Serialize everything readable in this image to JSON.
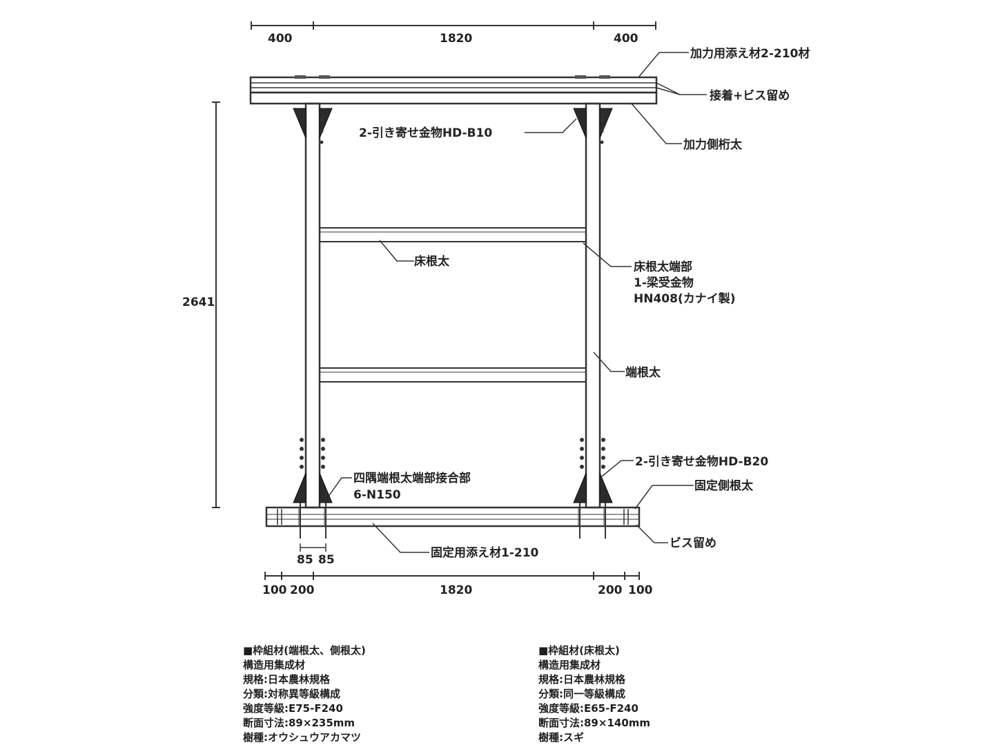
{
  "dimensions": {
    "top": [
      "400",
      "1820",
      "400"
    ],
    "height": "2641",
    "bottom": [
      "100",
      "200",
      "1820",
      "200",
      "100"
    ],
    "anchor": [
      "85",
      "85"
    ]
  },
  "labels": {
    "loading_plate": "加力用添え材2-210材",
    "glue_screw": "接着+ビス留め",
    "loading_beam": "加力側桁太",
    "holddown_top": "2-引き寄せ金物HD-B10",
    "floor_joist": "床根太",
    "joist_end_line1": "床根太端部",
    "joist_end_line2": "1-梁受金物",
    "joist_end_line3": "HN408(カナイ製)",
    "end_joist": "端根太",
    "holddown_bottom": "2-引き寄せ金物HD-B20",
    "fixed_beam": "固定側根太",
    "corner_joint_line1": "四隅端根太端部接合部",
    "corner_joint_line2": "6-N150",
    "screw": "ビス留め",
    "fixing_plate": "固定用添え材1-210"
  },
  "spec_left": {
    "heading": "■枠組材(端根太、側根太)",
    "lines": [
      "構造用集成材",
      "規格:日本農林規格",
      "分類:対称異等級構成",
      "強度等級:E75-F240",
      "断面寸法:89×235mm",
      "樹種:オウシュウアカマツ"
    ]
  },
  "spec_right": {
    "heading": "■枠組材(床根太)",
    "lines": [
      "構造用集成材",
      "規格:日本農林規格",
      "分類:同一等級構成",
      "強度等級:E65-F240",
      "断面寸法:89×140mm",
      "樹種:スギ"
    ]
  }
}
